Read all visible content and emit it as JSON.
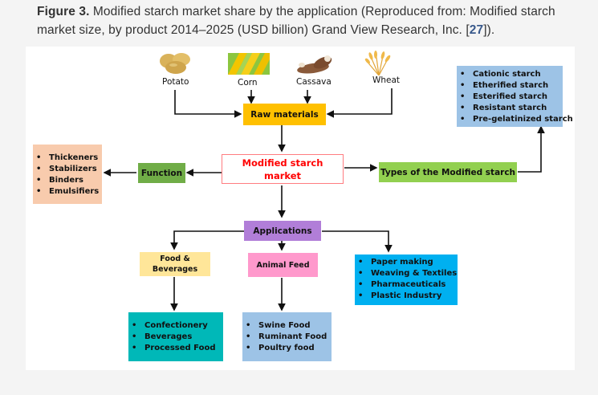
{
  "caption": {
    "figure_label": "Figure 3.",
    "text_part1": " Modified starch market share by the application (Reproduced from: Modified starch market size, by product 2014–2025 (USD billion) Grand View Research, Inc. [",
    "ref_number": "27",
    "text_part2": "])."
  },
  "diagram": {
    "sources": [
      {
        "label": "Potato",
        "icon": "potato-image"
      },
      {
        "label": "Corn",
        "icon": "corn-image"
      },
      {
        "label": "Cassava",
        "icon": "cassava-image"
      },
      {
        "label": "Wheat",
        "icon": "wheat-image"
      }
    ],
    "raw_materials": "Raw materials",
    "market": "Modified starch market",
    "function": {
      "label": "Function",
      "items": [
        "Thickeners",
        "Stabilizers",
        "Binders",
        "Emulsifiers"
      ]
    },
    "types": {
      "label": "Types of the Modified starch",
      "items": [
        "Cationic starch",
        "Etherified starch",
        "Esterified starch",
        "Resistant starch",
        "Pre-gelatinized starch"
      ]
    },
    "applications": {
      "label": "Applications",
      "food": {
        "label": "Food & Beverages",
        "items": [
          "Confectionery",
          "Beverages",
          "Processed Food"
        ]
      },
      "animal": {
        "label": "Animal Feed",
        "items": [
          "Swine Food",
          "Ruminant Food",
          "Poultry food"
        ]
      },
      "industrial_items": [
        "Paper making",
        "Weaving & Textiles",
        "Pharmaceuticals",
        "Plastic Industry"
      ]
    },
    "colors": {
      "raw_materials": "#ffc000",
      "market_border": "#ff7c80",
      "market_text": "#ff0000",
      "function": "#70ad47",
      "function_items": "#f8cbad",
      "types": "#92d050",
      "types_items": "#9dc3e6",
      "applications": "#b17ed8",
      "food": "#ffe699",
      "animal": "#ff99cc",
      "industrial": "#00b0f0",
      "food_items": "#00b8b8",
      "animal_items": "#9dc3e6"
    }
  }
}
